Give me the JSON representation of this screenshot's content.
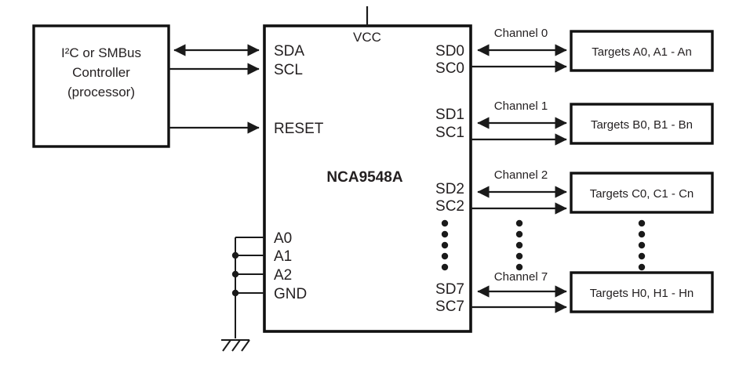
{
  "diagram": {
    "title": "NCA9548A I2C/SMBus multiplexer block diagram",
    "controller": {
      "name": "controller-block",
      "lines": [
        "I²C or SMBus",
        "Controller",
        "(processor)"
      ]
    },
    "chip": {
      "label": "NCA9548A",
      "power_pin": "VCC",
      "left_pins": [
        "SDA",
        "SCL",
        "RESET"
      ],
      "address_pins": [
        "A0",
        "A1",
        "A2",
        "GND"
      ],
      "right_pins": [
        {
          "data": "SD0",
          "clock": "SC0"
        },
        {
          "data": "SD1",
          "clock": "SC1"
        },
        {
          "data": "SD2",
          "clock": "SC2"
        },
        {
          "data": "SD7",
          "clock": "SC7"
        }
      ]
    },
    "channels": [
      {
        "label": "Channel 0",
        "target": "Targets A0, A1 - An"
      },
      {
        "label": "Channel 1",
        "target": "Targets B0, B1 - Bn"
      },
      {
        "label": "Channel 2",
        "target": "Targets C0, C1 - Cn"
      },
      {
        "label": "Channel 7",
        "target": "Targets H0, H1 - Hn"
      }
    ],
    "colors": {
      "line": "#1a1a1a",
      "text": "#231f20",
      "background": "#ffffff"
    }
  }
}
